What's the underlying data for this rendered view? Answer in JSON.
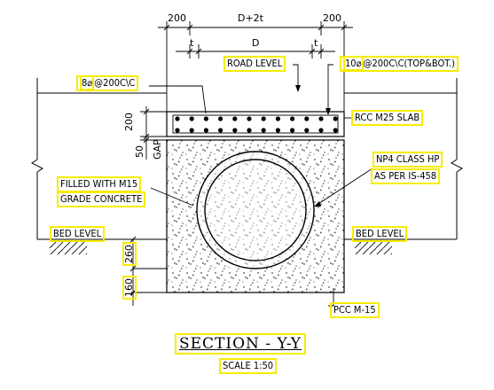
{
  "dims": {
    "top_left": "200",
    "top_mid": "D+2t",
    "top_right": "200",
    "t_left": "t",
    "d": "D",
    "t_right": "t",
    "slab_depth": "200",
    "gap_value": "50",
    "gap_label": "GAP",
    "depth_260": "260",
    "depth_160": "160"
  },
  "labels": {
    "rebar_left_prefix": "8⌀",
    "rebar_left_spacing": "@200C\\C",
    "road_level": "ROAD LEVEL",
    "rebar_right_prefix": "10⌀",
    "rebar_right_spacing": "@200C\\C(TOP&BOT.)",
    "slab": "RCC M25 SLAB",
    "pipe_line1": "NP4 CLASS HP",
    "pipe_line2": "AS PER IS-458",
    "filled_line1": "FILLED WITH M15",
    "filled_line2": "GRADE CONCRETE",
    "bed_level_left": "BED LEVEL",
    "bed_level_right": "BED LEVEL",
    "pcc": "PCC M-15",
    "title": "SECTION - Y-Y",
    "scale": "SCALE 1:50"
  }
}
